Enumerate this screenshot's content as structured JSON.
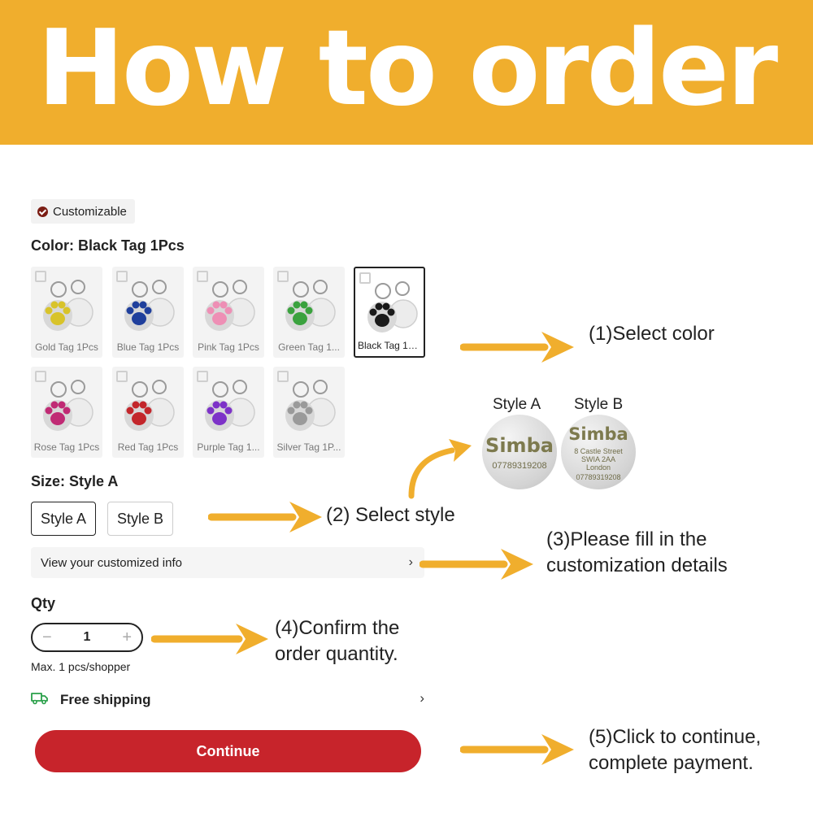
{
  "banner": {
    "title": "How to order"
  },
  "product": {
    "badge": "Customizable",
    "color_title": "Color: Black Tag 1Pcs",
    "size_title": "Size: Style A",
    "qty_title": "Qty",
    "colors": [
      {
        "label": "Gold Tag 1Pcs",
        "hex": "#d8c32a"
      },
      {
        "label": "Blue Tag 1Pcs",
        "hex": "#1f3f9c"
      },
      {
        "label": "Pink Tag 1Pcs",
        "hex": "#ee8fb5"
      },
      {
        "label": "Green Tag 1...",
        "hex": "#3aa23e"
      },
      {
        "label": "Black Tag 1P...",
        "hex": "#1a1a1a"
      },
      {
        "label": "Rose Tag 1Pcs",
        "hex": "#c02a74"
      },
      {
        "label": "Red Tag 1Pcs",
        "hex": "#c3262b"
      },
      {
        "label": "Purple Tag 1...",
        "hex": "#7d32c8"
      },
      {
        "label": "Silver Tag 1P...",
        "hex": "#9a9a9a"
      }
    ],
    "styles": [
      "Style A",
      "Style B"
    ],
    "info_row": "View your customized info",
    "qty": {
      "minus": "−",
      "value": "1",
      "plus": "+",
      "note": "Max. 1 pcs/shopper"
    },
    "shipping": "Free shipping",
    "continue": "Continue"
  },
  "tags": {
    "a_label": "Style A",
    "b_label": "Style B",
    "a_name": "Simba",
    "a_phone": "07789319208",
    "b_name": "Simba",
    "b_lines": [
      "8 Castle Street",
      "SWIA 2AA",
      "London",
      "07789319208"
    ]
  },
  "steps": {
    "s1": "(1)Select color",
    "s2": "(2) Select style",
    "s3_line1": "(3)Please fill in the",
    "s3_line2": "customization details",
    "s4_line1": "(4)Confirm the",
    "s4_line2": "order quantity.",
    "s5_line1": "(5)Click to continue,",
    "s5_line2": "complete payment."
  },
  "colors": {
    "banner": "#f0ae2d",
    "arrow": "#f0ae2d",
    "continue": "#c7242b"
  }
}
